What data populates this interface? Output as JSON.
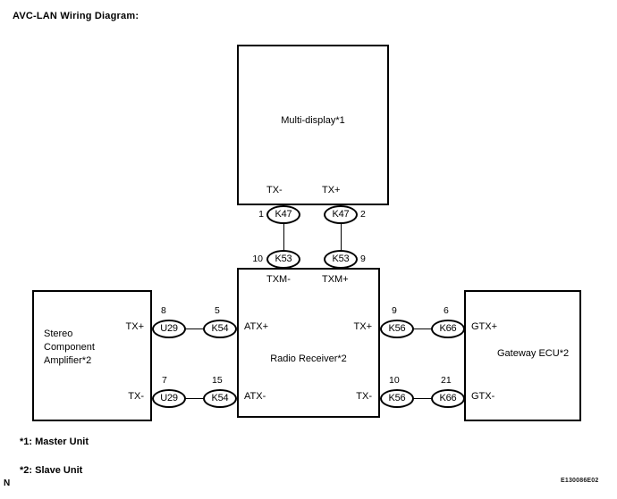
{
  "page": {
    "title": "AVC-LAN Wiring Diagram:",
    "reference_code": "E130086E02",
    "scan_artifact": "N"
  },
  "boxes": {
    "multi_display": {
      "label": "Multi-display*1"
    },
    "stereo_amplifier": {
      "label": "Stereo\nComponent\nAmplifier*2"
    },
    "radio_receiver": {
      "label": "Radio Receiver*2"
    },
    "gateway_ecu": {
      "label": "Gateway ECU*2"
    }
  },
  "terminals": {
    "display_tx_minus": "TX-",
    "display_tx_plus": "TX+",
    "radio_txm_minus": "TXM-",
    "radio_txm_plus": "TXM+",
    "radio_atx_plus": "ATX+",
    "radio_atx_minus": "ATX-",
    "radio_tx_plus": "TX+",
    "radio_tx_minus": "TX-",
    "amp_tx_plus": "TX+",
    "amp_tx_minus": "TX-",
    "gateway_gtx_plus": "GTX+",
    "gateway_gtx_minus": "GTX-"
  },
  "connectors": {
    "k47_left": {
      "name": "K47",
      "pin": "1"
    },
    "k47_right": {
      "name": "K47",
      "pin": "2"
    },
    "k53_left": {
      "name": "K53",
      "pin": "10"
    },
    "k53_right": {
      "name": "K53",
      "pin": "9"
    },
    "u29_upper": {
      "name": "U29",
      "pin": "8"
    },
    "u29_lower": {
      "name": "U29",
      "pin": "7"
    },
    "k54_upper": {
      "name": "K54",
      "pin": "5"
    },
    "k54_lower": {
      "name": "K54",
      "pin": "15"
    },
    "k56_upper": {
      "name": "K56",
      "pin": "9"
    },
    "k56_lower": {
      "name": "K56",
      "pin": "10"
    },
    "k66_upper": {
      "name": "K66",
      "pin": "6"
    },
    "k66_lower": {
      "name": "K66",
      "pin": "21"
    }
  },
  "footnotes": [
    {
      "text": "*1: Master Unit"
    },
    {
      "text": "*2: Slave Unit"
    }
  ]
}
